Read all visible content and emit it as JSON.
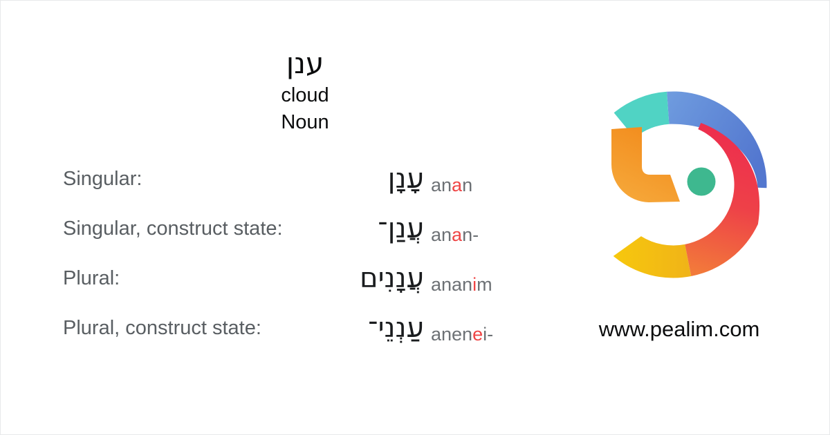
{
  "header": {
    "hebrew": "ענן",
    "translation": "cloud",
    "part_of_speech": "Noun"
  },
  "forms": [
    {
      "label": "Singular:",
      "hebrew": "עָנָן",
      "translit": {
        "pre": "an",
        "accent": "a",
        "post": "n"
      }
    },
    {
      "label": "Singular, construct state:",
      "hebrew": "עֲנַן־",
      "translit": {
        "pre": "an",
        "accent": "a",
        "post": "n-"
      }
    },
    {
      "label": "Plural:",
      "hebrew": "עֲנָנִים",
      "translit": {
        "pre": "anan",
        "accent": "i",
        "post": "m"
      }
    },
    {
      "label": "Plural, construct state:",
      "hebrew": "עַנְנֵי־",
      "translit": {
        "pre": "anen",
        "accent": "e",
        "post": "i-"
      }
    }
  ],
  "footer": {
    "website": "www.pealim.com"
  },
  "colors": {
    "accent_red": "#ef4545",
    "text_dark": "#0b0c0d",
    "label_gray": "#595e62",
    "translit_gray": "#6d7175",
    "card_border": "#e7e9ea",
    "logo": {
      "teal": "#50d3c4",
      "blue_light": "#6f9cdf",
      "blue_dark": "#5377cf",
      "red": "#ed2d4e",
      "red_orange": "#f27a3a",
      "yellow": "#f7c80d",
      "yellow_deep": "#f0b318",
      "orange_dark": "#f28c1d",
      "orange_light": "#f6a93b",
      "green_dot": "#3eb88f"
    }
  }
}
